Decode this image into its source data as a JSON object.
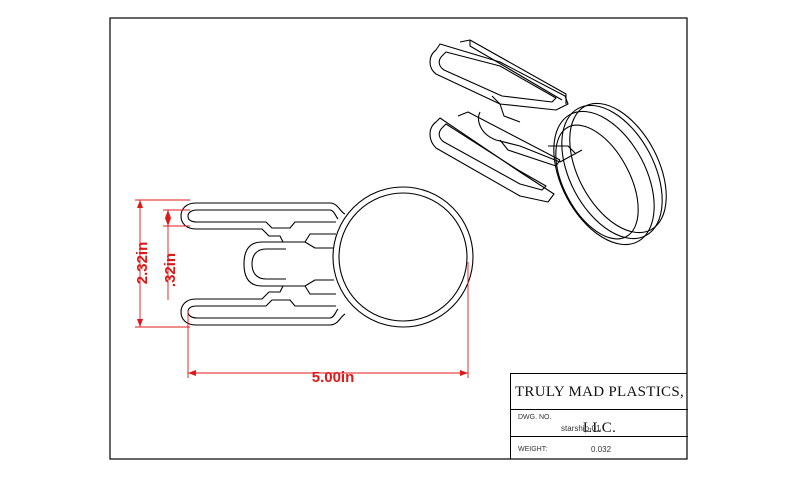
{
  "title_block": {
    "company": "TRULY MAD PLASTICS, LLC.",
    "dwg_no_label": "DWG. NO.",
    "dwg_no": "starship-01",
    "weight_label": "WEIGHT:",
    "weight": "0.032"
  },
  "dimensions": {
    "overall_height": "2.32in",
    "slot_width": ".32in",
    "overall_length": "5.00in"
  },
  "colors": {
    "dimension": "#e01818",
    "outline": "#000000"
  }
}
